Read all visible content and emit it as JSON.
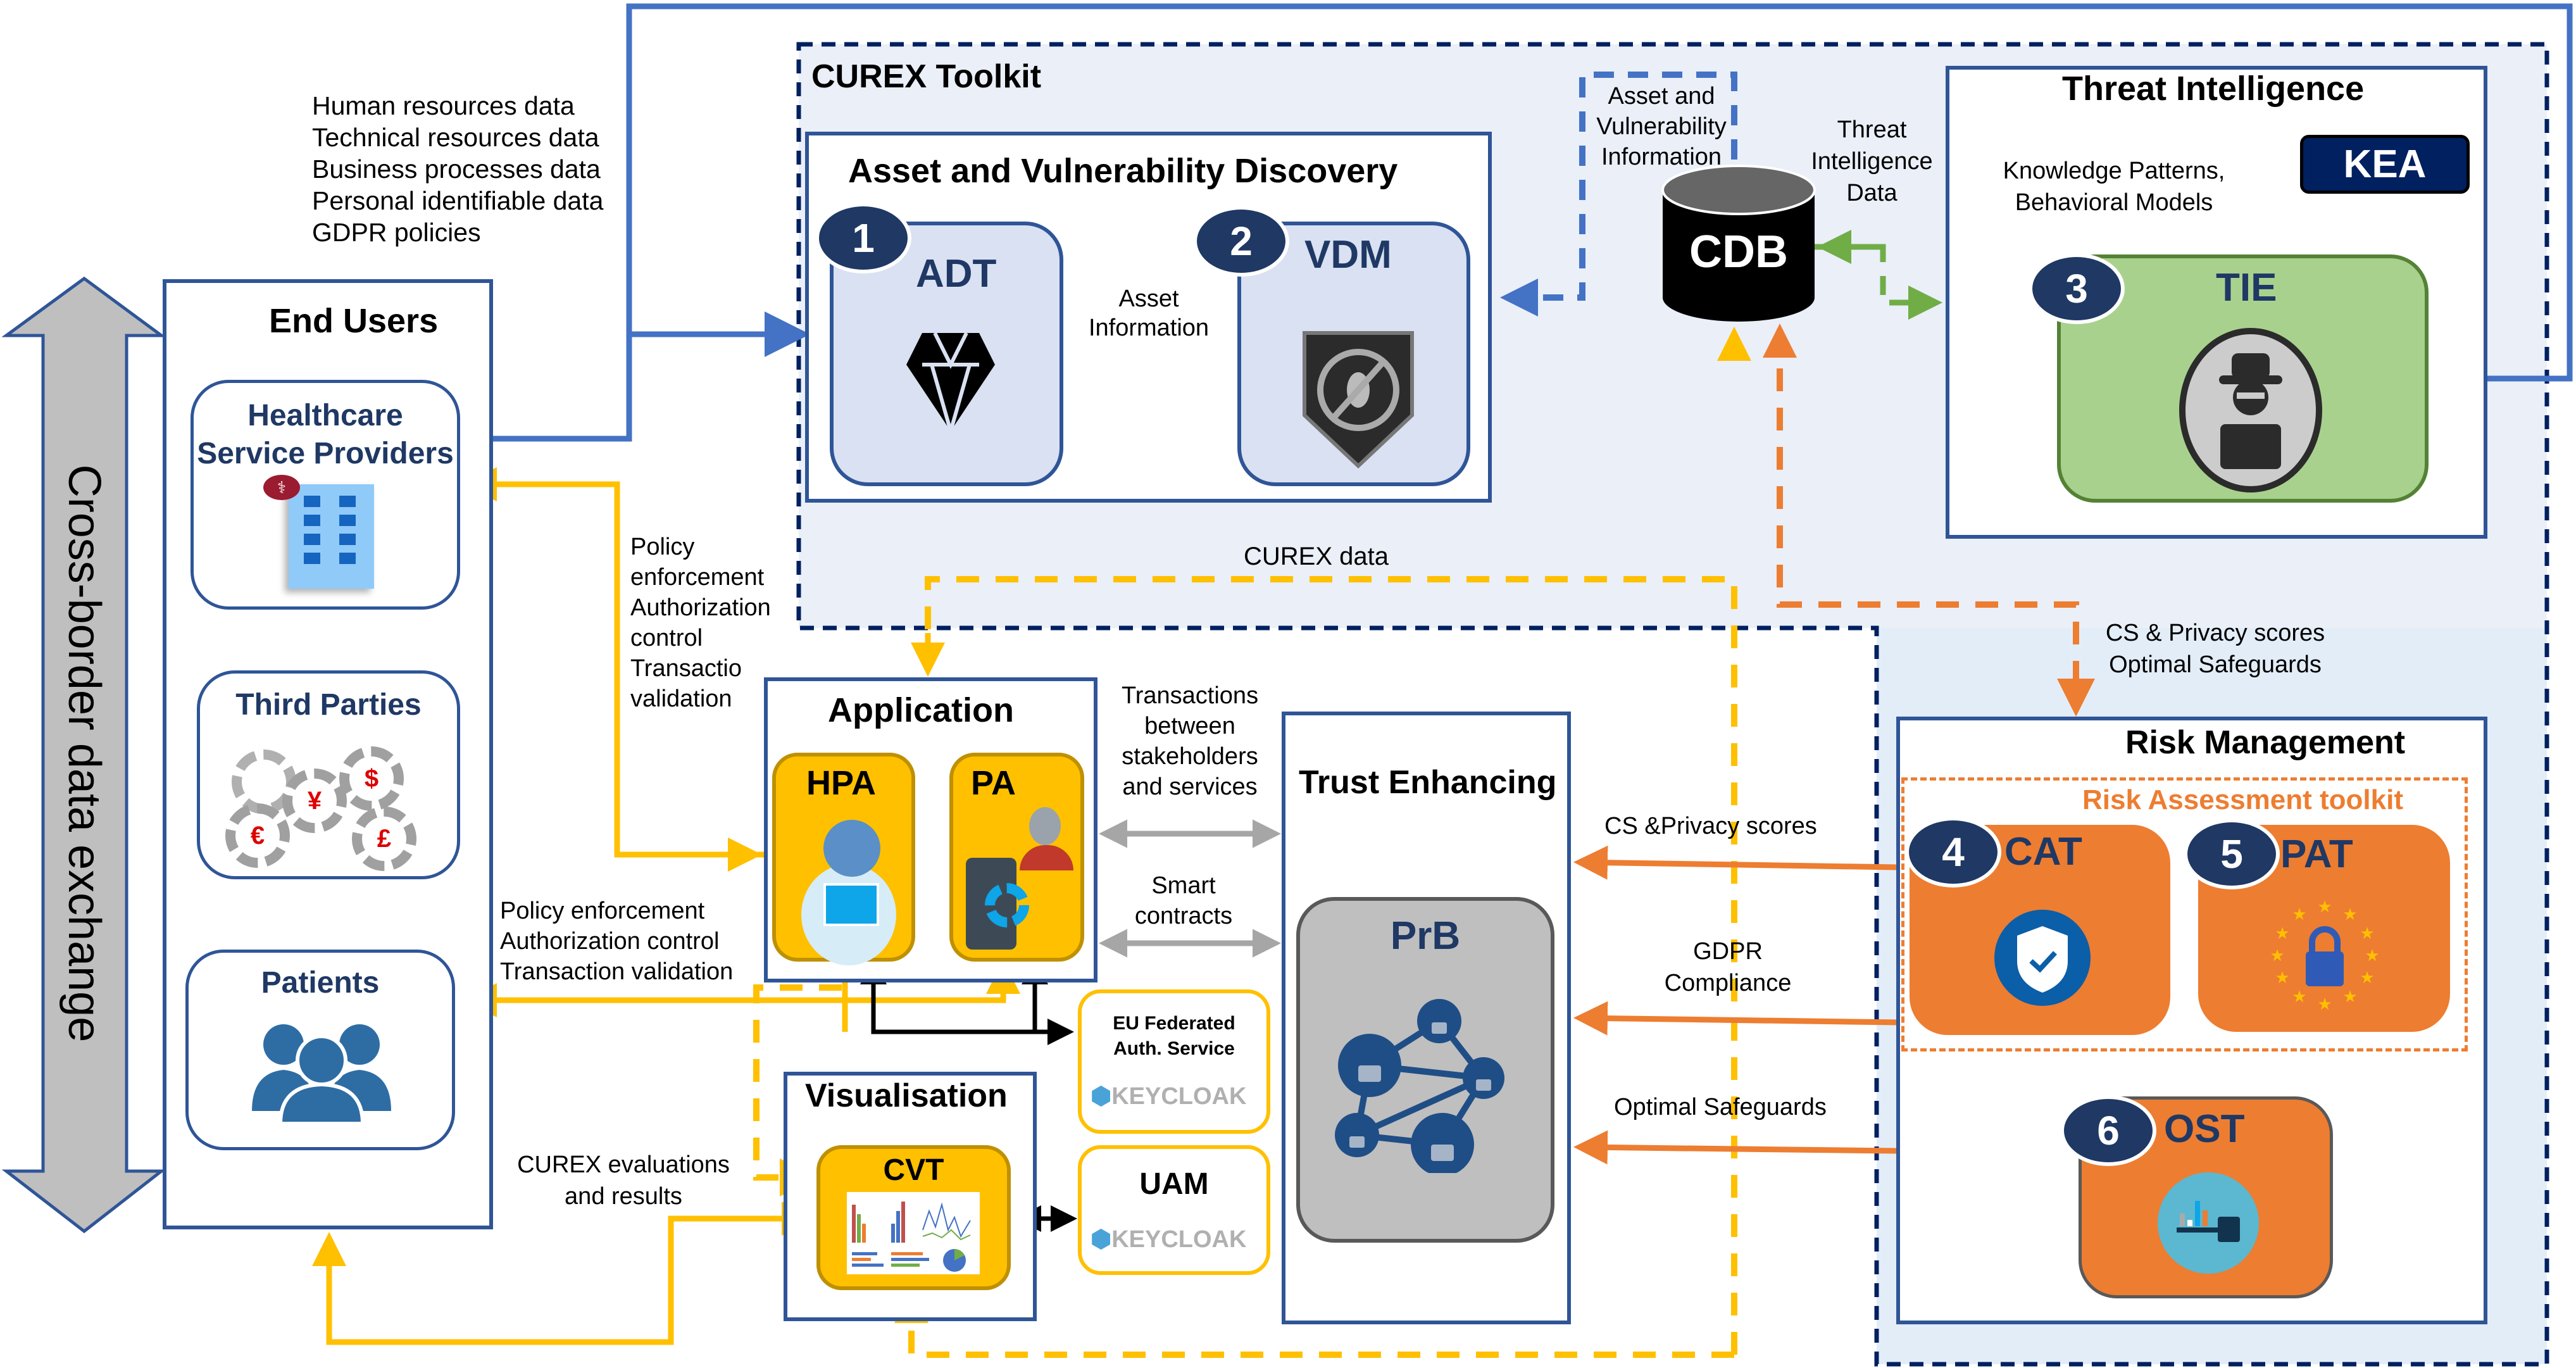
{
  "diagram_title": "CUREX architecture",
  "colors": {
    "navy": "#1f3864",
    "box_border": "#2f5597",
    "toolkit_bg": "#eaeff8",
    "risk_bg": "#e3edf8",
    "blue_flow": "#4472c4",
    "yellow_flow": "#ffc000",
    "orange_flow": "#ed7d31",
    "green_flow": "#70ad47",
    "gray_flow": "#a6a6a6",
    "adt_fill": "#d9e1f2",
    "tie_fill": "#a9d18e",
    "app_fill": "#ffc000",
    "risk_fill": "#ed7d31",
    "prb_fill": "#bfbfbf",
    "kea_fill": "#002060"
  },
  "cross_border": {
    "label": "Cross-border data exchange",
    "icon": "double-arrow-vertical"
  },
  "data_types": {
    "lines": [
      "Human resources data",
      "Technical resources data",
      "Business processes data",
      "Personal identifiable data",
      "GDPR policies"
    ]
  },
  "end_users": {
    "title": "End Users",
    "groups": [
      {
        "label": "Healthcare Service Providers",
        "icon": "hospital-building-icon"
      },
      {
        "label": "Third Parties",
        "icon": "currency-gears-icon"
      },
      {
        "label": "Patients",
        "icon": "people-group-icon"
      }
    ]
  },
  "toolkit": {
    "title": "CUREX Toolkit",
    "avd": {
      "title": "Asset and Vulnerability Discovery",
      "adt": {
        "number": "1",
        "label": "ADT",
        "icon": "diamond-icon"
      },
      "vdm": {
        "number": "2",
        "label": "VDM",
        "icon": "bug-shield-icon"
      },
      "flow_label": "Asset Information"
    },
    "cdb": {
      "label": "CDB",
      "icon": "database-cylinder"
    },
    "avi_label": "Asset  and Vulnerability Information",
    "ti_data_label": "Threat Intelligence Data",
    "threat_intel": {
      "title": "Threat Intelligence",
      "kea": "KEA",
      "knowledge_label_1": "Knowledge Patterns,",
      "knowledge_label_2": "Behavioral Models",
      "tie": {
        "number": "3",
        "label": "TIE",
        "icon": "hacker-icon"
      }
    },
    "curex_data_label": "CUREX data",
    "cs_privacy_label_1": "CS & Privacy scores",
    "cs_privacy_label_2": "Optimal Safeguards"
  },
  "application": {
    "title": "Application",
    "hpa": {
      "label": "HPA",
      "icon": "doctor-laptop-icon"
    },
    "pa": {
      "label": "PA",
      "icon": "patient-phone-icon"
    },
    "policy_label_lines": [
      "Policy",
      "enforcement",
      "Authorization",
      "control",
      "Transactio",
      "validation"
    ],
    "policy_label2_lines": [
      "Policy enforcement",
      "Authorization control",
      "Transaction validation"
    ],
    "transactions_label_lines": [
      "Transactions",
      "between",
      "stakeholders",
      "and services"
    ],
    "smart_contracts_lines": [
      "Smart",
      "contracts"
    ]
  },
  "auth": {
    "eu_fed_1": "EU Federated",
    "eu_fed_2": "Auth. Service",
    "keycloak": "KEYCLOAK",
    "uam": "UAM"
  },
  "visualisation": {
    "title": "Visualisation",
    "cvt": {
      "label": "CVT",
      "icon": "dashboard-charts-icon"
    },
    "evaluations_lines": [
      "CUREX evaluations",
      "and results"
    ]
  },
  "trust": {
    "title": "Trust Enhancing",
    "prb": {
      "label": "PrB",
      "icon": "blockchain-locks-icon"
    }
  },
  "risk_flows": {
    "cs_privacy": "CS &Privacy scores",
    "gdpr_1": "GDPR",
    "gdpr_2": "Compliance",
    "safeguards": "Optimal Safeguards"
  },
  "risk_management": {
    "title": "Risk Management",
    "toolkit_title": "Risk Assessment toolkit",
    "cat": {
      "number": "4",
      "label": "CAT",
      "icon": "shield-check-icon"
    },
    "pat": {
      "number": "5",
      "label": "PAT",
      "icon": "eu-lock-icon"
    },
    "ost": {
      "number": "6",
      "label": "OST",
      "icon": "key-chart-icon"
    }
  }
}
